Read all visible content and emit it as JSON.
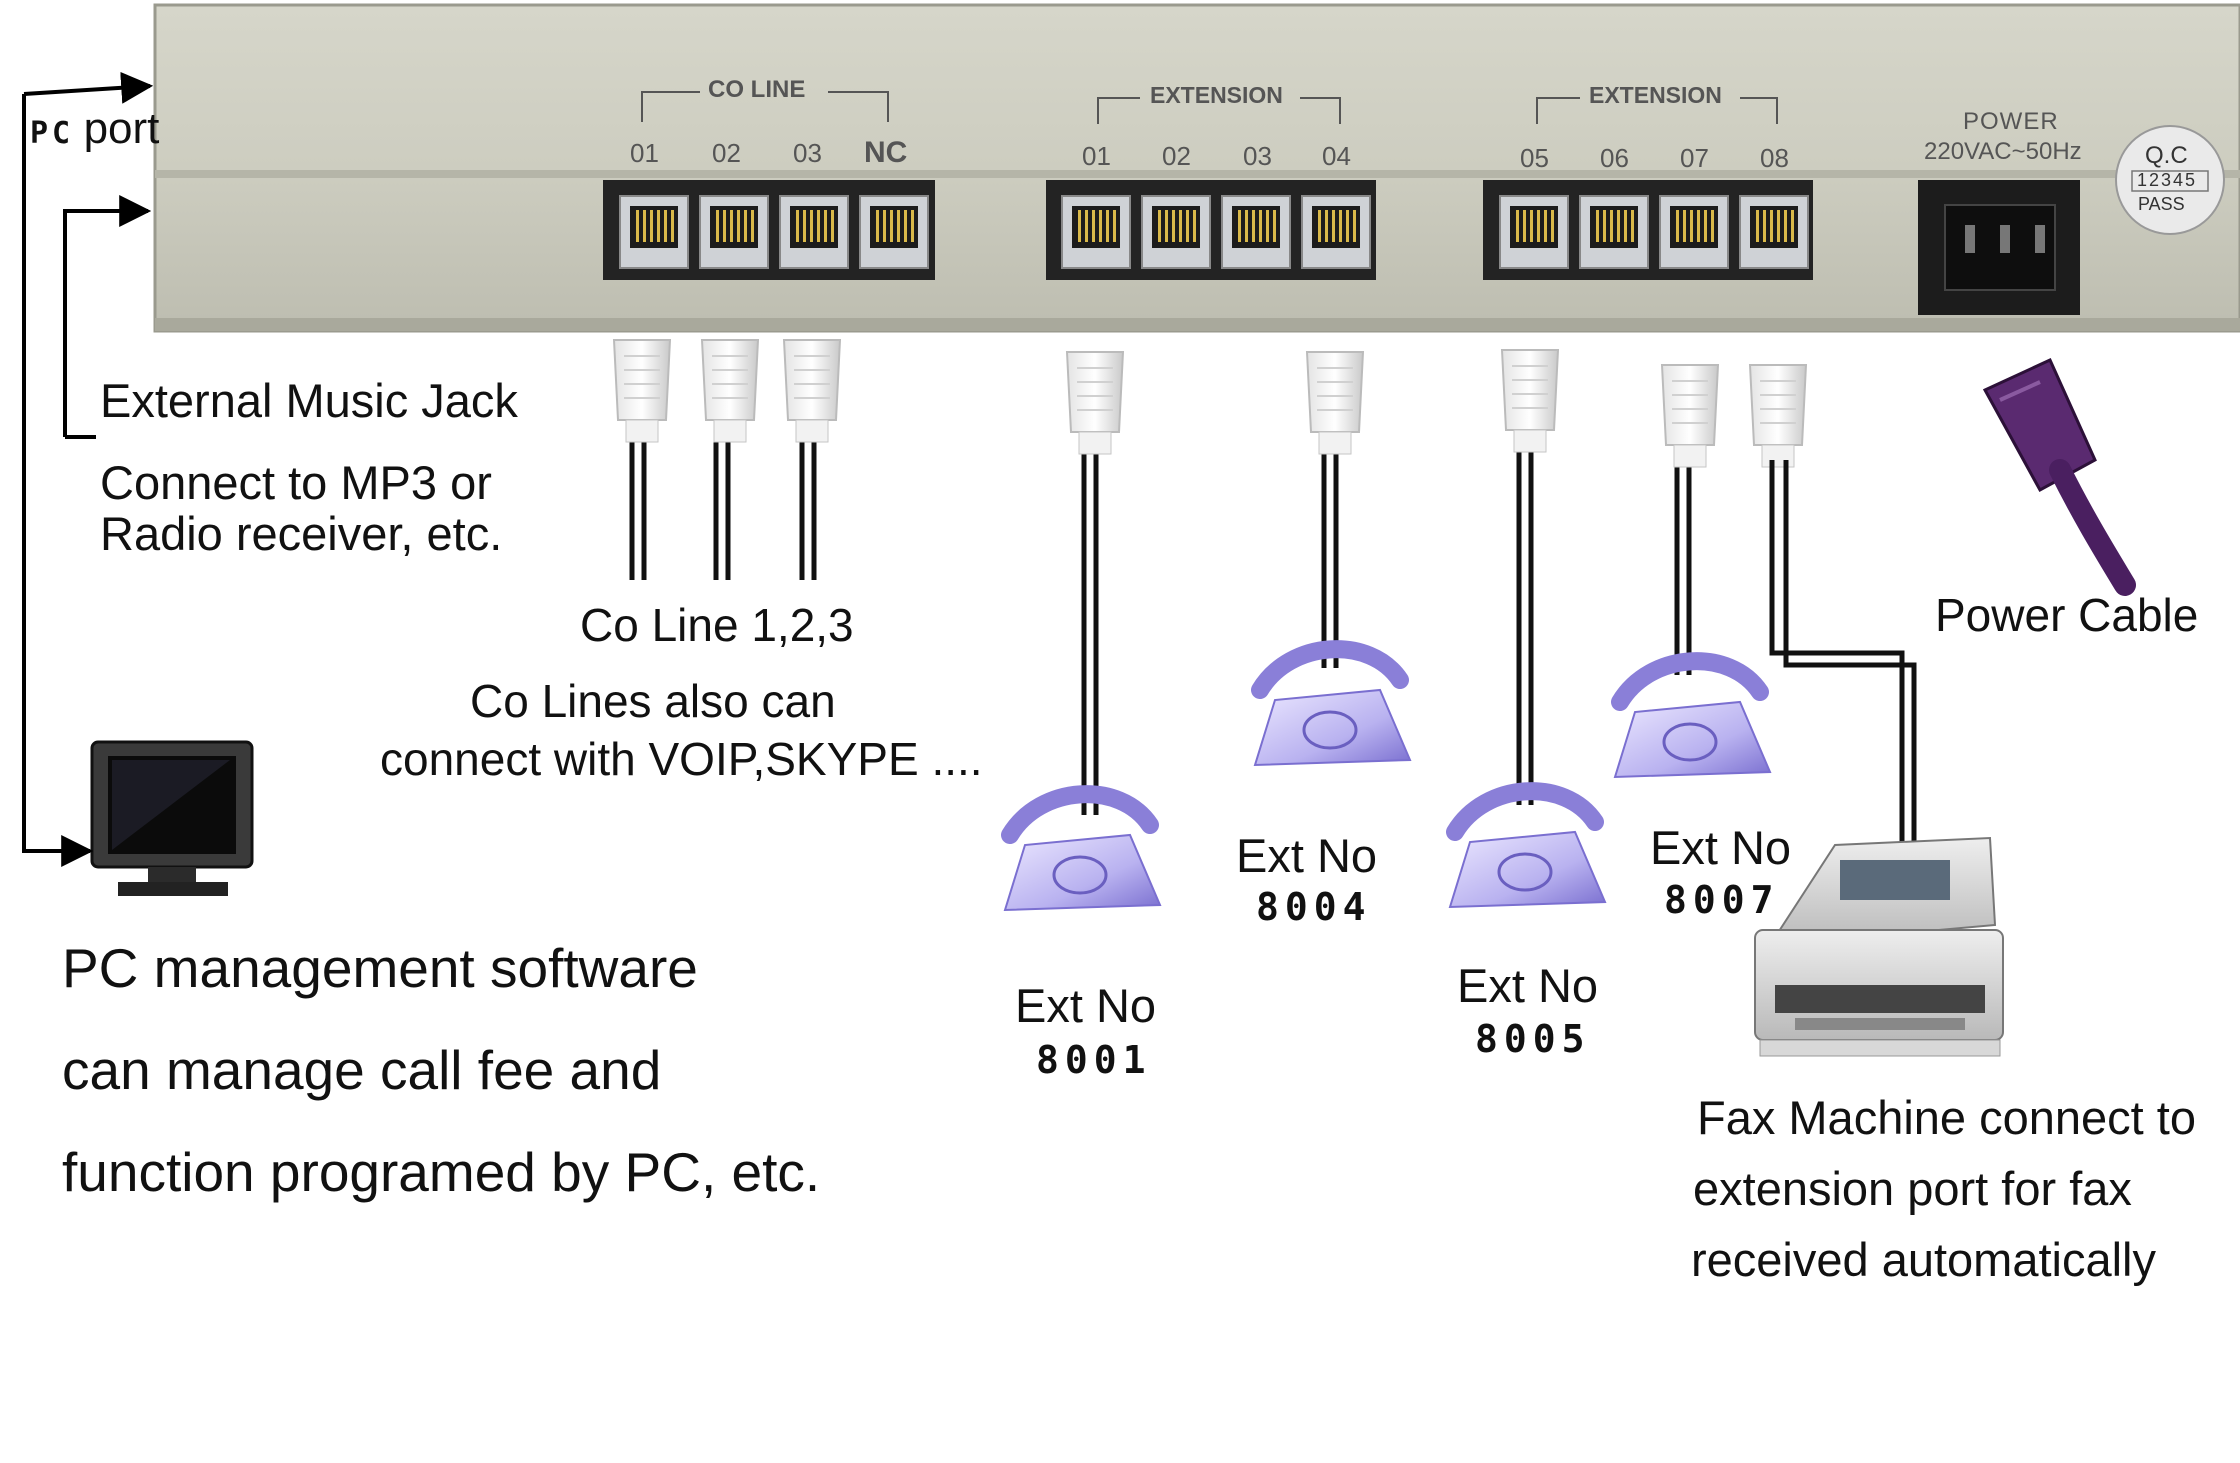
{
  "device": {
    "groups": [
      {
        "title": "CO LINE",
        "ports": [
          "01",
          "02",
          "03",
          "NC"
        ]
      },
      {
        "title": "EXTENSION",
        "ports": [
          "01",
          "02",
          "03",
          "04"
        ]
      },
      {
        "title": "EXTENSION",
        "ports": [
          "05",
          "06",
          "07",
          "08"
        ]
      }
    ],
    "power_label": "POWER",
    "power_spec": "220VAC~50Hz",
    "qc_title": "Q.C",
    "qc_digits": "12345",
    "qc_pass": "PASS"
  },
  "labels": {
    "pc_port_prefix": "PC",
    "pc_port_suffix": "port",
    "music_jack": "External Music Jack",
    "music_desc_1": "Connect to MP3 or",
    "music_desc_2": "Radio receiver, etc.",
    "co_line": "Co Line 1,2,3",
    "co_also_1": "Co Lines also can",
    "co_also_2": "connect with VOIP,SKYPE ....",
    "power_cable": "Power Cable",
    "pc_software_1": "PC management software",
    "pc_software_2": "can manage call fee and",
    "pc_software_3": "function programed by PC, etc.",
    "fax_1": "Fax Machine connect to",
    "fax_2": "extension port for fax",
    "fax_3": "received automatically"
  },
  "extensions": [
    {
      "label": "Ext No",
      "number": "8001"
    },
    {
      "label": "Ext No",
      "number": "8004"
    },
    {
      "label": "Ext No",
      "number": "8005"
    },
    {
      "label": "Ext No",
      "number": "8007"
    }
  ],
  "colors": {
    "device_body": "#cfcfc2",
    "device_shadow": "#a9a99c",
    "jack": "#2a2a2a",
    "cable": "#111111",
    "phone": "#8a7fd8",
    "power_cable": "#5a2a70",
    "arrow": "#000000"
  }
}
